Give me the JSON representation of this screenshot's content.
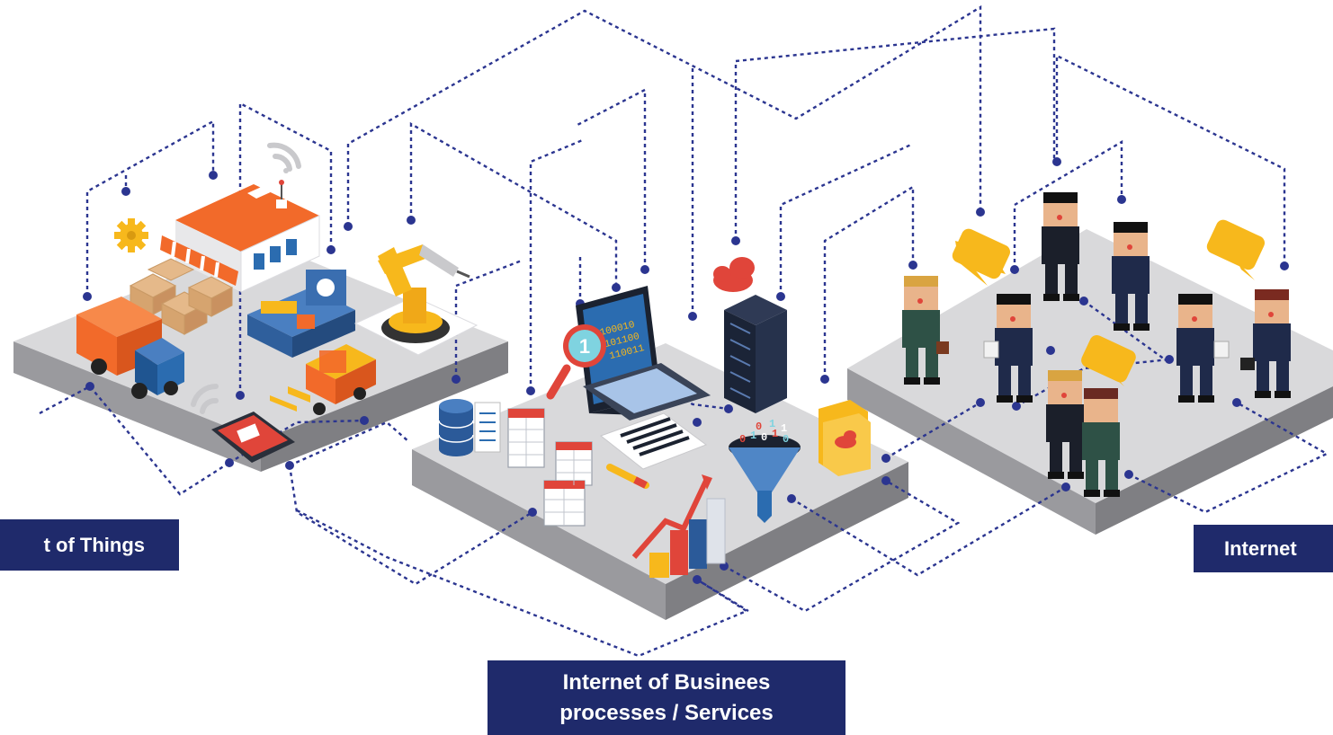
{
  "labels": {
    "iot": "t of Things",
    "iob_line1": "Internet of Businees",
    "iob_line2": "processes / Services",
    "iop": "Internet"
  },
  "colors": {
    "navy": "#1f2a6b",
    "dots": "#2b3590",
    "platform_top": "#d9d9db",
    "platform_side": "#7f7f83",
    "orange": "#f26a2a",
    "yellow": "#f7b81c",
    "blue": "#2b6cb0",
    "red": "#e0453a",
    "dark": "#1b2230"
  },
  "icons": [
    "gear-icon",
    "store-icon",
    "wifi-icon",
    "boxes-icon",
    "lathe-icon",
    "robot-arm-icon",
    "truck-icon",
    "forklift-icon",
    "phone-icon",
    "cloud-icon",
    "laptop-icon",
    "server-icon",
    "database-icon",
    "spreadsheet-icon",
    "document-icon",
    "pen-icon",
    "bar-chart-icon",
    "funnel-icon",
    "folder-icon",
    "person-icon",
    "speech-bubble-icon"
  ]
}
